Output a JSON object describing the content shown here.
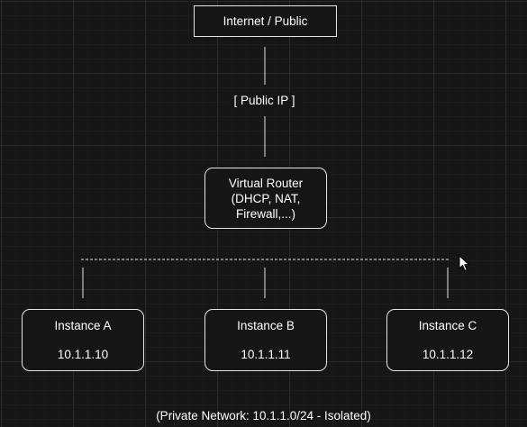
{
  "diagram": {
    "nodes": {
      "internet": {
        "label": "Internet / Public"
      },
      "router": {
        "lines": [
          "Virtual Router",
          "(DHCP, NAT,",
          "Firewall,...)"
        ]
      },
      "instances": [
        {
          "name": "Instance A",
          "ip": "10.1.1.10"
        },
        {
          "name": "Instance B",
          "ip": "10.1.1.11"
        },
        {
          "name": "Instance C",
          "ip": "10.1.1.12"
        }
      ]
    },
    "edge_labels": {
      "public_ip": "[ Public IP ]"
    },
    "footer": "(Private Network: 10.1.1.0/24 - Isolated)"
  },
  "colors": {
    "background": "#161616",
    "grid": "#2a2a2a",
    "stroke": "#e6e6e6",
    "text": "#ffffff"
  },
  "icons": {
    "cursor": "mouse-pointer-icon"
  }
}
